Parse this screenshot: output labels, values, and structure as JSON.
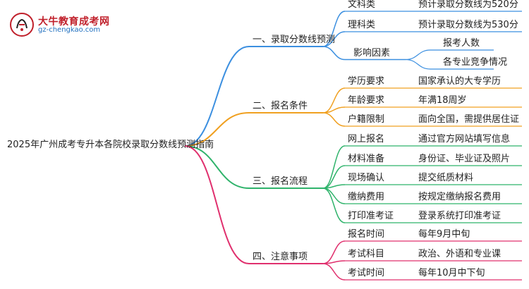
{
  "logo": {
    "name": "大牛教育成考网",
    "url": "gz-chengkao.com"
  },
  "root": "2025年广州成考专升本各院校录取分数线预测指南",
  "branches": [
    {
      "label": "一、录取分数线预测",
      "color": "#3b8fe0",
      "children": [
        {
          "label": "文科类",
          "value": "预计录取分数线为520分"
        },
        {
          "label": "理科类",
          "value": "预计录取分数线为530分"
        },
        {
          "label": "影响因素",
          "values": [
            "报考人数",
            "各专业竞争情况"
          ]
        }
      ]
    },
    {
      "label": "二、报名条件",
      "color": "#f0a020",
      "children": [
        {
          "label": "学历要求",
          "value": "国家承认的大专学历"
        },
        {
          "label": "年龄要求",
          "value": "年满18周岁"
        },
        {
          "label": "户籍限制",
          "value": "面向全国，需提供居住证"
        }
      ]
    },
    {
      "label": "三、报名流程",
      "color": "#2fb36b",
      "children": [
        {
          "label": "网上报名",
          "value": "通过官方网站填写信息"
        },
        {
          "label": "材料准备",
          "value": "身份证、毕业证及照片"
        },
        {
          "label": "现场确认",
          "value": "提交纸质材料"
        },
        {
          "label": "缴纳费用",
          "value": "按规定缴纳报名费用"
        },
        {
          "label": "打印准考证",
          "value": "登录系统打印准考证"
        }
      ]
    },
    {
      "label": "四、注意事项",
      "color": "#e0306e",
      "children": [
        {
          "label": "报名时间",
          "value": "每年9月中旬"
        },
        {
          "label": "考试科目",
          "value": "政治、外语和专业课"
        },
        {
          "label": "考试时间",
          "value": "每年10月中下旬"
        }
      ]
    }
  ]
}
